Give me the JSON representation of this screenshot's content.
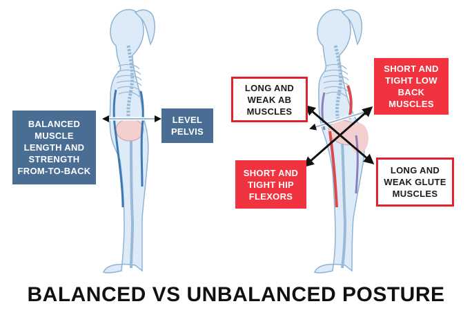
{
  "labels": {
    "balanced_muscle": "BALANCED\nMUSCLE\nLENGTH AND\nSTRENGTH\nFROM-TO-BACK",
    "level_pelvis": "LEVEL\nPELVIS",
    "long_weak_ab": "LONG AND\nWEAK AB\nMUSCLES",
    "short_tight_low_back": "SHORT AND\nTIGHT LOW\nBACK\nMUSCLES",
    "short_tight_hip_flexors": "SHORT AND\nTIGHT HIP\nFLEXORS",
    "long_weak_glute": "LONG AND\nWEAK GLUTE\nMUSCLES"
  },
  "title": "BALANCED VS UNBALANCED POSTURE",
  "colors": {
    "blue_box": "#4a6d94",
    "red_box": "#f0333f",
    "red_outline": "#e3202e",
    "body_fill": "#dcebf7",
    "body_outline": "#8fb3d3",
    "muscle_blue": "#3f79b5",
    "muscle_red": "#d94a4a",
    "tissue_pink": "#f3cfcf"
  }
}
